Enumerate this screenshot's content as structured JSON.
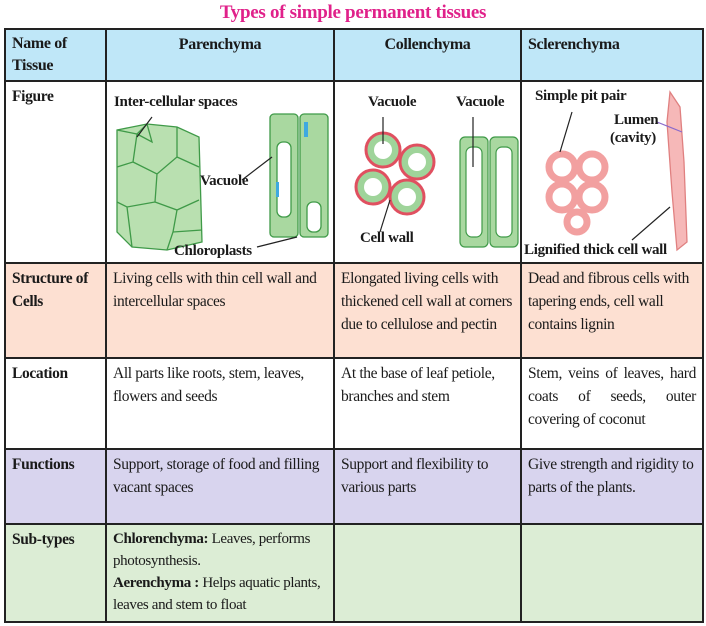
{
  "title": "Types of simple permanent tissues",
  "header": {
    "name_col": "Name of Tissue",
    "columns": [
      "Parenchyma",
      "Collenchyma",
      "Sclerenchyma"
    ]
  },
  "figure_row": {
    "label": "Figure",
    "parenchyma": {
      "intercellular": "Inter-cellular spaces",
      "vacuole": "Vacuole",
      "chloroplasts": "Chloroplasts"
    },
    "collenchyma": {
      "vacuole1": "Vacuole",
      "vacuole2": "Vacuole",
      "cell_wall": "Cell wall"
    },
    "sclerenchyma": {
      "pit_pair": "Simple pit pair",
      "lumen": "Lumen",
      "cavity": "(cavity)",
      "lignified": "Lignified thick cell wall"
    }
  },
  "rows": {
    "structure": {
      "label": "Structure of Cells",
      "values": [
        "Living cells with thin cell wall and intercellular spaces",
        "Elongated living cells with thickened cell wall at corners due to cellulose and pectin",
        "Dead and fibrous cells with tapering ends, cell wall contains lignin"
      ]
    },
    "location": {
      "label": "Location",
      "values": [
        "All parts like roots, stem, leaves, flowers and seeds",
        "At the base of leaf petiole, branches and stem",
        "Stem, veins of leaves, hard coats of seeds, outer covering of coconut"
      ]
    },
    "functions": {
      "label": "Functions",
      "values": [
        "Support, storage of food and filling vacant spaces",
        "Support and flexibility to various parts",
        "Give strength and rigidity to parts of the plants."
      ]
    },
    "subtypes": {
      "label": "Sub-types",
      "chlor_name": "Chlorenchyma:",
      "chlor_desc": " Leaves, performs photosynthesis.",
      "aer_name": "Aerenchyma :",
      "aer_desc": " Helps aquatic plants, leaves and stem to float"
    }
  },
  "colors": {
    "title": "#e0218a",
    "header": "#bfe7f8",
    "structure": "#fde0d2",
    "functions": "#d8d4ee",
    "subtypes": "#dcedd5"
  }
}
